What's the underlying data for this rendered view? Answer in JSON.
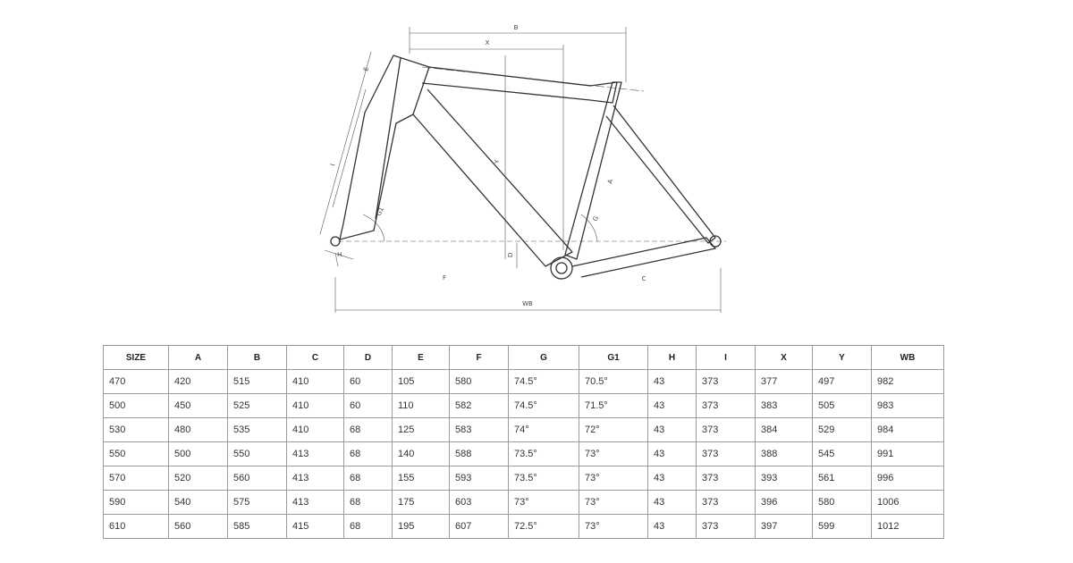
{
  "diagram": {
    "labels": {
      "b": "B",
      "x": "X",
      "e": "E",
      "i": "I",
      "y": "Y",
      "a": "A",
      "g1": "G1",
      "g": "G",
      "d": "D",
      "h": "H",
      "f": "F",
      "c": "C",
      "wb": "WB"
    }
  },
  "table": {
    "headers": [
      "SIZE",
      "A",
      "B",
      "C",
      "D",
      "E",
      "F",
      "G",
      "G1",
      "H",
      "I",
      "X",
      "Y",
      "WB"
    ],
    "rows": [
      [
        "470",
        "420",
        "515",
        "410",
        "60",
        "105",
        "580",
        "74.5°",
        "70.5°",
        "43",
        "373",
        "377",
        "497",
        "982"
      ],
      [
        "500",
        "450",
        "525",
        "410",
        "60",
        "110",
        "582",
        "74.5°",
        "71.5°",
        "43",
        "373",
        "383",
        "505",
        "983"
      ],
      [
        "530",
        "480",
        "535",
        "410",
        "68",
        "125",
        "583",
        "74°",
        "72°",
        "43",
        "373",
        "384",
        "529",
        "984"
      ],
      [
        "550",
        "500",
        "550",
        "413",
        "68",
        "140",
        "588",
        "73.5°",
        "73°",
        "43",
        "373",
        "388",
        "545",
        "991"
      ],
      [
        "570",
        "520",
        "560",
        "413",
        "68",
        "155",
        "593",
        "73.5°",
        "73°",
        "43",
        "373",
        "393",
        "561",
        "996"
      ],
      [
        "590",
        "540",
        "575",
        "413",
        "68",
        "175",
        "603",
        "73°",
        "73°",
        "43",
        "373",
        "396",
        "580",
        "1006"
      ],
      [
        "610",
        "560",
        "585",
        "415",
        "68",
        "195",
        "607",
        "72.5°",
        "73°",
        "43",
        "373",
        "397",
        "599",
        "1012"
      ]
    ]
  }
}
